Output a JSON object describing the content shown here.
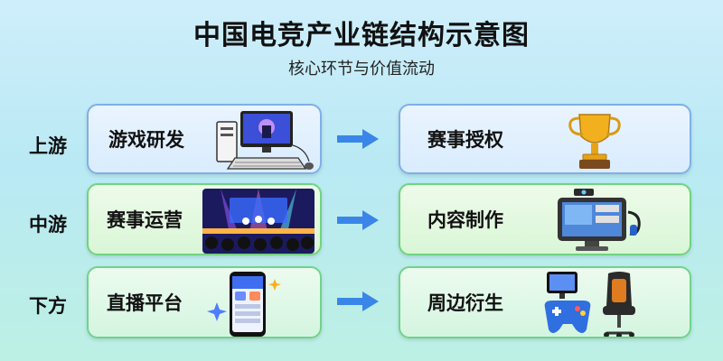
{
  "title": "中国电竞产业链结构示意图",
  "subtitle": "核心环节与价值流动",
  "rows": [
    {
      "label": "上游",
      "left": "游戏研发",
      "right": "赛事授权"
    },
    {
      "label": "中游",
      "left": "赛事运营",
      "right": "内容制作"
    },
    {
      "label": "下方",
      "left": "直播平台",
      "right": "周边衍生"
    }
  ],
  "icons": {
    "r0_left": "computer-icon",
    "r0_right": "trophy-icon",
    "r1_left": "stage-concert-icon",
    "r1_right": "streaming-monitor-icon",
    "r2_left": "smartphone-app-icon",
    "r2_right": "gamepad-chair-icon"
  },
  "colors": {
    "upper_border": "#7fb0e6",
    "middle_border": "#6fd47e",
    "arrow": "#3a86e8"
  }
}
